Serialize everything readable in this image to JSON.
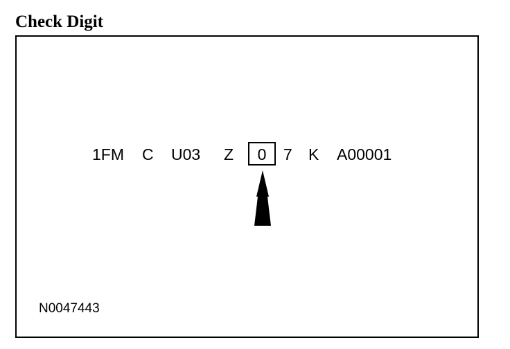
{
  "title": "Check Digit",
  "vin_segments": [
    "1FM",
    "C",
    "U03",
    "Z",
    "0",
    "7",
    "K",
    "A00001"
  ],
  "highlighted_segment_index": 4,
  "figure_code": "N0047443"
}
